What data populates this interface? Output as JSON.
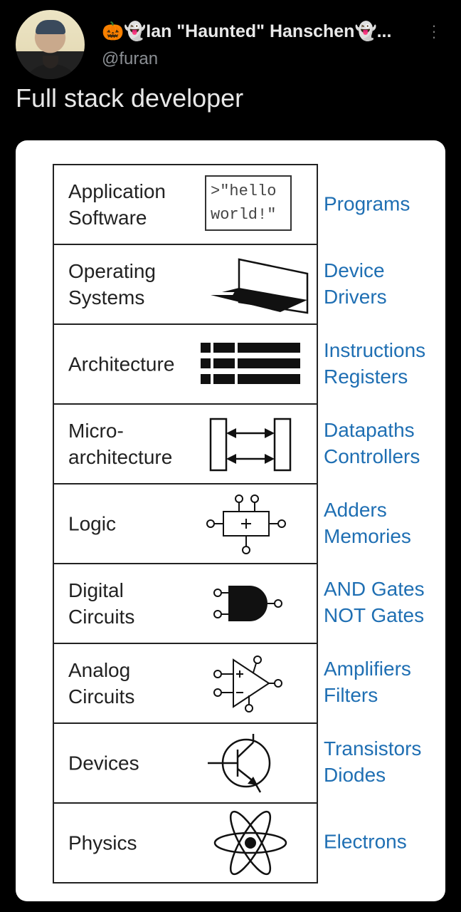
{
  "tweet": {
    "display_name": "🎃👻Ian \"Haunted\" Hanschen👻...",
    "handle": "@furan",
    "more_icon": "vertical-ellipsis-icon",
    "text": "Full stack developer"
  },
  "diagram": {
    "hello_text": ">\"hello\nworld!\"",
    "rows": [
      {
        "label": "Application\nSoftware",
        "right": "Programs"
      },
      {
        "label": "Operating\nSystems",
        "right": "Device\nDrivers"
      },
      {
        "label": "Architecture",
        "right": "Instructions\nRegisters"
      },
      {
        "label": "Micro-\narchitecture",
        "right": "Datapaths\nControllers"
      },
      {
        "label": "Logic",
        "right": "Adders\nMemories"
      },
      {
        "label": "Digital\nCircuits",
        "right": "AND Gates\nNOT Gates"
      },
      {
        "label": "Analog\nCircuits",
        "right": "Amplifiers\nFilters"
      },
      {
        "label": "Devices",
        "right": "Transistors\nDiodes"
      },
      {
        "label": "Physics",
        "right": "Electrons"
      }
    ],
    "label_color": "#222222",
    "right_color": "#1f6fb3"
  }
}
